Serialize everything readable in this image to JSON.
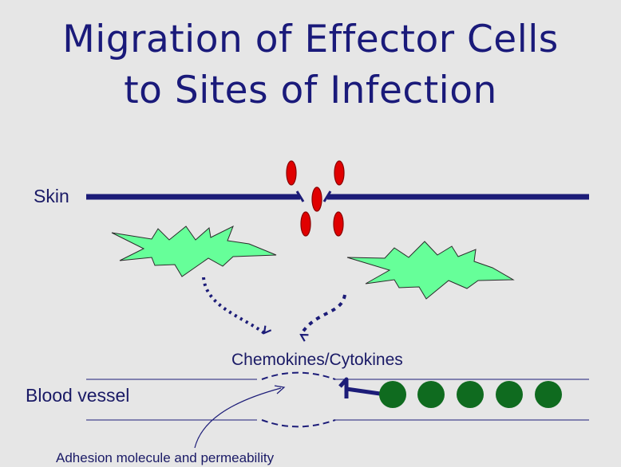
{
  "title": {
    "line1": "Migration of Effector Cells",
    "line2": "to Sites of Infection"
  },
  "labels": {
    "skin": "Skin",
    "blood_vessel": "Blood vessel",
    "chemokines": "Chemokines/Cytokines",
    "adhesion": "Adhesion molecule and permeability"
  },
  "colors": {
    "background": "#e6e6e6",
    "title": "#1a1a7a",
    "skin_line": "#1c1c78",
    "pathogen": "#e00000",
    "effector_cell_fill": "#66ff99",
    "leukocyte": "#0f6b1f",
    "arrow": "#1c1c78"
  },
  "counts": {
    "pathogens": 5,
    "effector_cells": 2,
    "leukocytes": 5
  }
}
